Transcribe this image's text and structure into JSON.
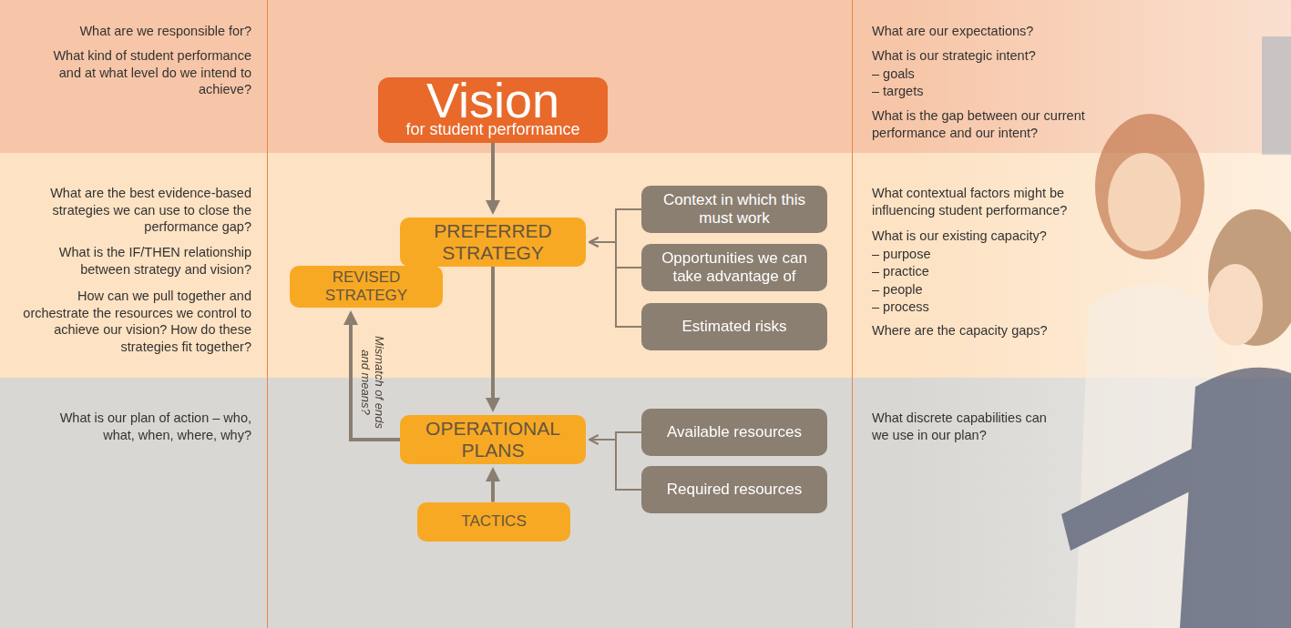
{
  "diagram": {
    "nodes": [
      {
        "text": [
          "Vision",
          "for student performance"
        ]
      },
      {
        "text": [
          "PREFERRED STRATEGY"
        ]
      },
      {
        "text": [
          "REVISED STRATEGY"
        ]
      },
      {
        "text": [
          "Context in which this must work"
        ]
      },
      {
        "text": [
          "Opportunities we can take advantage of"
        ]
      },
      {
        "text": [
          "Estimated risks"
        ]
      },
      {
        "text": [
          "OPERATIONAL PLANS"
        ]
      },
      {
        "text": [
          "Available resources"
        ]
      },
      {
        "text": [
          "Required resources"
        ]
      },
      {
        "text": [
          "TACTICS"
        ]
      }
    ],
    "edges": [
      {
        "from": 0,
        "to": 1,
        "arrow": "to"
      },
      {
        "from": 3,
        "to": 1,
        "arrow": "to"
      },
      {
        "from": 4,
        "to": 1,
        "arrow": "to"
      },
      {
        "from": 5,
        "to": 1,
        "arrow": "to"
      },
      {
        "from": 1,
        "to": 6,
        "arrow": "to"
      },
      {
        "from": 7,
        "to": 6,
        "arrow": "to"
      },
      {
        "from": 8,
        "to": 6,
        "arrow": "to"
      },
      {
        "from": 9,
        "to": 6,
        "arrow": "to"
      },
      {
        "from": 6,
        "to": 2,
        "label": "Mismatch of ends and means?",
        "arrow": "to"
      }
    ],
    "labels": [
      "What are we responsible for?",
      "What kind of student performance and at what level do we intend to achieve?",
      "What are our expectations?",
      "What is our strategic intent?",
      "– goals",
      "– targets",
      "What is the gap between our current performance and our intent?",
      "What are the best evidence-based strategies we can use to close the performance gap?",
      "What is the IF/THEN relationship between strategy and vision?",
      "How can we pull together and orchestrate the resources we control to achieve our vision? How do these strategies fit together?",
      "What contextual factors might be influencing student performance?",
      "What is our existing capacity?",
      "– purpose",
      "– practice",
      "– people",
      "– process",
      "Where are the capacity gaps?",
      "What is our plan of action – who, what, when, where, why?",
      "What discrete capabilities can we use in our plan?"
    ]
  }
}
